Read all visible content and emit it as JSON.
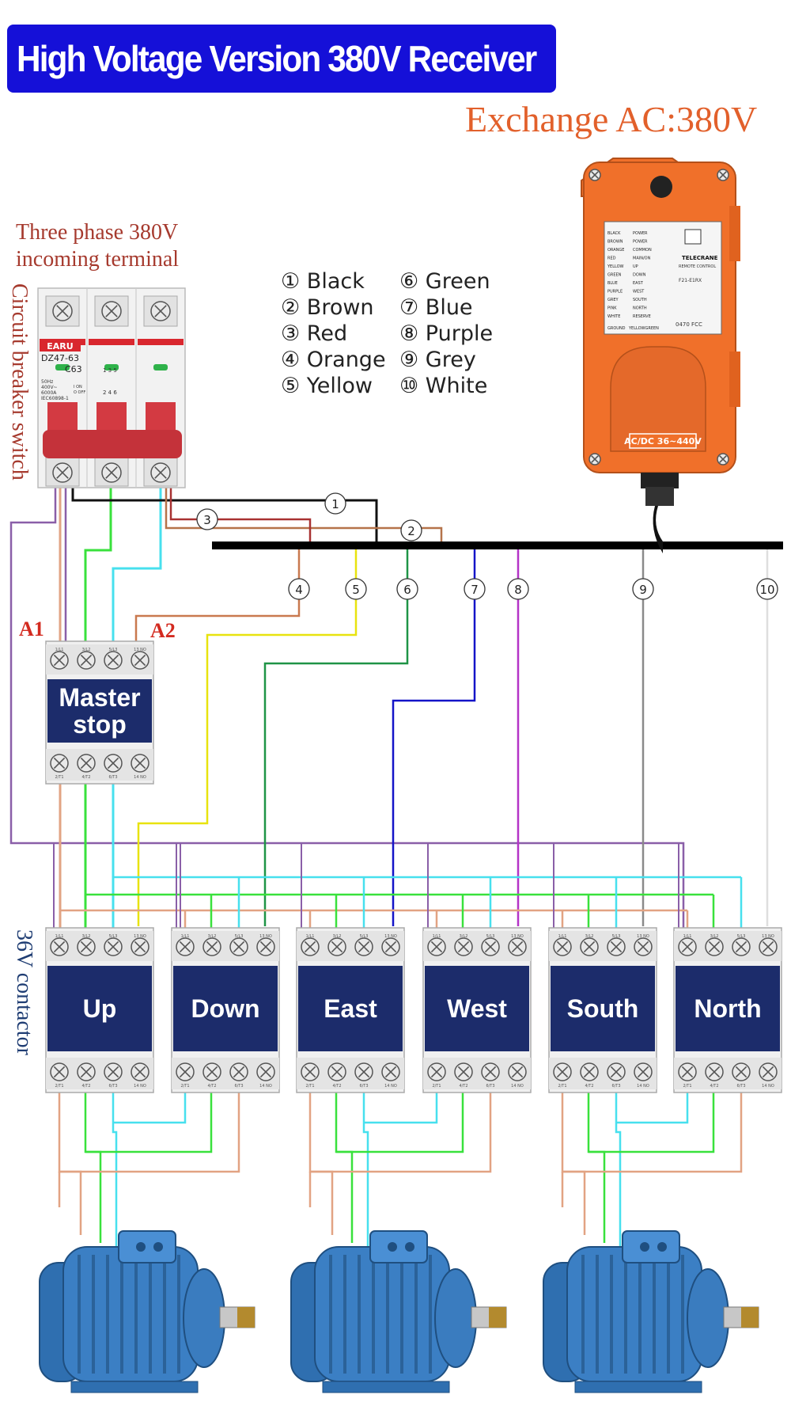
{
  "title": "High Voltage Version 380V Receiver",
  "supply_label": "Exchange AC:380V",
  "incoming_label_line1": "Three phase 380V",
  "incoming_label_line2": "incoming terminal",
  "breaker_label": "Circuit breaker switch",
  "contactor_label": "36V contactor",
  "breaker": {
    "brand": "EARU",
    "model": "DZ47-63",
    "rating": "C63",
    "specs": [
      "50Hz",
      "400V~",
      "6000A",
      "IEC60898-1"
    ],
    "switch_marks": [
      "I ON",
      "O OFF"
    ],
    "terminals_top": "1 3 5",
    "terminals_bottom": "2 4 6"
  },
  "receiver": {
    "brand": "TELECRANE",
    "subtitle": "REMOTE CONTROL",
    "model": "F21-E1RX",
    "power_label": "AC/DC 36~440V",
    "cert": "0470 FCC",
    "ground": "GROUND",
    "ground_wire": "YELLOWGREEN",
    "wire_rows": [
      "BLACK",
      "BROWN",
      "ORANGE",
      "RED",
      "YELLOW",
      "GREEN",
      "BLUE",
      "PURPLE",
      "GREY",
      "PINK",
      "WHITE"
    ],
    "function_rows": [
      "POWER",
      "POWER",
      "COMMON",
      "MAIN/ON",
      "UP",
      "DOWN",
      "EAST",
      "WEST",
      "SOUTH",
      "NORTH",
      "RESERVE"
    ]
  },
  "wire_legend": [
    {
      "num": "①",
      "name": "Black",
      "color": "#111111"
    },
    {
      "num": "②",
      "name": "Brown",
      "color": "#b5734a"
    },
    {
      "num": "③",
      "name": "Red",
      "color": "#a83232"
    },
    {
      "num": "④",
      "name": "Orange",
      "color": "#c9794f"
    },
    {
      "num": "⑤",
      "name": "Yellow",
      "color": "#e8e30e"
    },
    {
      "num": "⑥",
      "name": "Green",
      "color": "#1f9446"
    },
    {
      "num": "⑦",
      "name": "Blue",
      "color": "#1414c8"
    },
    {
      "num": "⑧",
      "name": "Purple",
      "color": "#b433c7"
    },
    {
      "num": "⑨",
      "name": "Grey",
      "color": "#8a8a8a"
    },
    {
      "num": "⑩",
      "name": "White",
      "color": "#dedede"
    }
  ],
  "coil_labels": {
    "a1": "A1",
    "a2": "A2"
  },
  "contactor_top_terminals": [
    "1/L1",
    "3/L2",
    "5/L3",
    "13 NO"
  ],
  "contactor_bottom_terminals": [
    "2/T1",
    "4/T2",
    "6/T3",
    "14 NO"
  ],
  "master_contactor": {
    "line1": "Master",
    "line2": "stop"
  },
  "direction_contactors": [
    "Up",
    "Down",
    "East",
    "West",
    "South",
    "North"
  ],
  "colors": {
    "title_bg": "#1510d8",
    "contactor_label_bg": "#1c2c6b",
    "receiver_orange": "#f0702a",
    "motor_blue": "#3b7fc4",
    "phase_a": "#e2a383",
    "phase_b": "#39e13c",
    "phase_c": "#47e0ee",
    "purple_wire": "#8a5fa8"
  },
  "icons": [
    "circuit-breaker-icon",
    "remote-receiver-icon",
    "contactor-icon",
    "electric-motor-icon",
    "screw-terminal-icon"
  ]
}
